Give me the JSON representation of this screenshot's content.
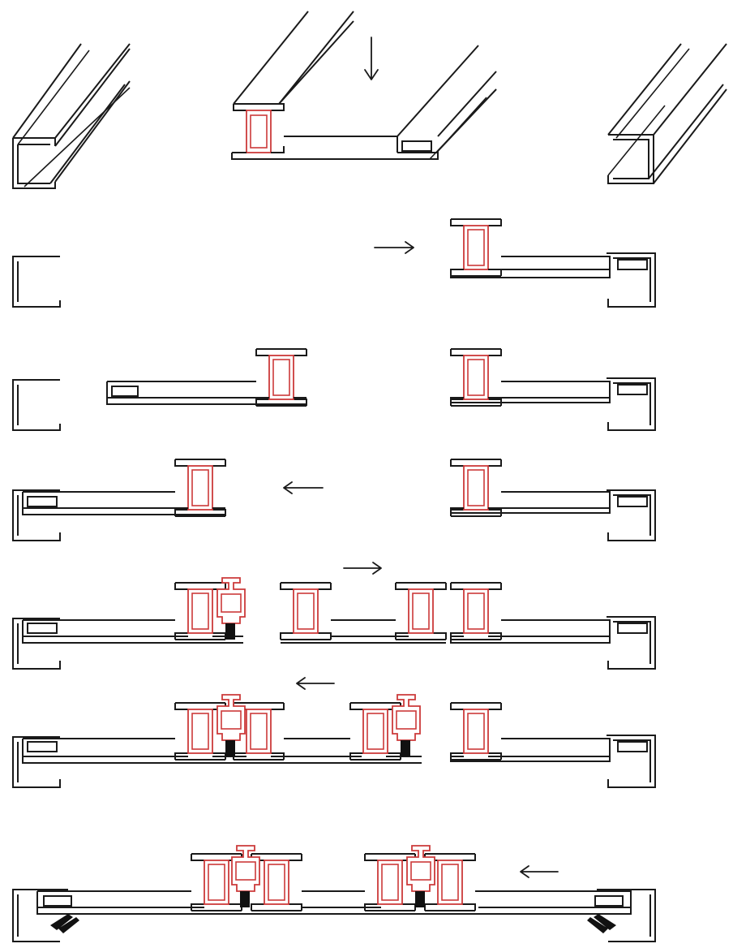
{
  "diagram": {
    "kind": "assembly-sequence",
    "steps": 7,
    "colors": {
      "line": "#1a1a1a",
      "mullion": "#cc3a3a",
      "seal": "#111111",
      "background": "#ffffff"
    },
    "arrows": [
      {
        "step": 1,
        "direction": "down"
      },
      {
        "step": 2,
        "direction": "right"
      },
      {
        "step": 4,
        "direction": "left"
      },
      {
        "step": 5,
        "direction": "right"
      },
      {
        "step": 6,
        "direction": "left"
      },
      {
        "step": 7,
        "direction": "left"
      }
    ]
  }
}
